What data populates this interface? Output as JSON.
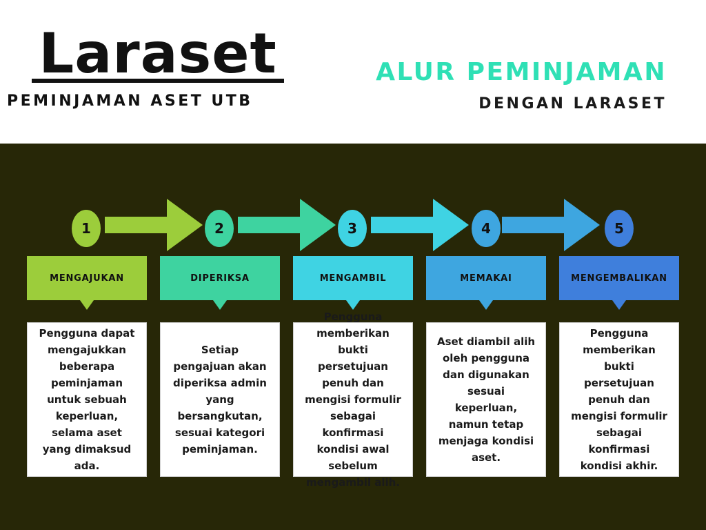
{
  "logo": {
    "name": "Laraset",
    "subtitle": "PEMINJAMAN ASET UTB"
  },
  "title": {
    "main": "ALUR PEMINJAMAN",
    "sub": "DENGAN LARASET"
  },
  "colors": {
    "header_bg": "#ffffff",
    "panel_bg": "#272707",
    "title_accent": "#2fe0b5",
    "step1": "#9ccd3b",
    "step2": "#3ed3a0",
    "step3": "#3fd3e3",
    "step4": "#3ea6e0",
    "step5": "#3f7fdc"
  },
  "steps": [
    {
      "number": "1",
      "label": "MENGAJUKAN",
      "description": "Pengguna dapat mengajukkan beberapa peminjaman untuk sebuah keperluan, selama aset yang dimaksud ada."
    },
    {
      "number": "2",
      "label": "DIPERIKSA",
      "description": "Setiap pengajuan akan diperiksa admin yang bersangkutan, sesuai kategori peminjaman."
    },
    {
      "number": "3",
      "label": "MENGAMBIL",
      "description": "Pengguna memberikan bukti persetujuan penuh dan mengisi formulir sebagai konfirmasi kondisi awal sebelum mengambil alih."
    },
    {
      "number": "4",
      "label": "MEMAKAI",
      "description": "Aset diambil alih oleh pengguna dan digunakan sesuai keperluan, namun tetap menjaga kondisi aset."
    },
    {
      "number": "5",
      "label": "MENGEMBALIKAN",
      "description": "Pengguna memberikan bukti persetujuan penuh dan mengisi formulir sebagai konfirmasi kondisi akhir."
    }
  ]
}
